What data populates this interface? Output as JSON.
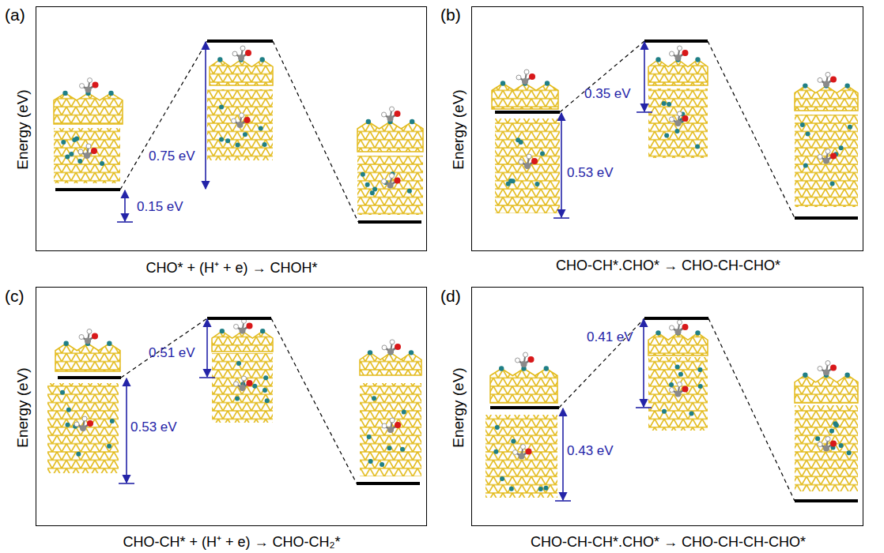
{
  "diagram": {
    "nodes": [
      {
        "text": [
          "(a)",
          "Energy (eV)",
          "0.75 eV",
          "0.15 eV",
          "CHO* + (H⁺ + e) → CHOH*"
        ]
      },
      {
        "text": [
          "(b)",
          "Energy (eV)",
          "0.35 eV",
          "0.53 eV",
          "CHO-CH*.CHO* → CHO-CH-CHO*"
        ]
      },
      {
        "text": [
          "(c)",
          "Energy (eV)",
          "0.51 eV",
          "0.53 eV",
          "CHO-CH* + (H⁺ + e) → CHO-CH₂*"
        ]
      },
      {
        "text": [
          "(d)",
          "Energy (eV)",
          "0.41 eV",
          "0.43 eV",
          "CHO-CH-CH*.CHO* → CHO-CH-CH-CHO*"
        ]
      }
    ]
  }
}
